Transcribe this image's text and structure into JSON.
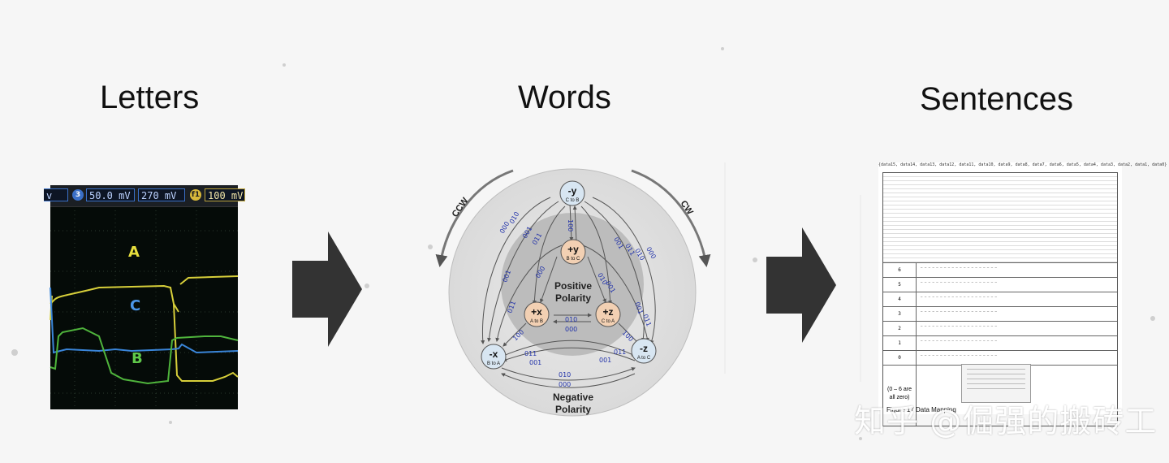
{
  "headings": {
    "letters": "Letters",
    "words": "Words",
    "sentences": "Sentences"
  },
  "scope": {
    "readout_1": "50.0 mV",
    "readout_2": "270 mV",
    "readout_3": "100 mV",
    "badge_1": "3",
    "badge_2": "f1",
    "trace_labels": {
      "a": "A",
      "b": "B",
      "c": "C"
    },
    "colors": {
      "a": "#d7cf3a",
      "b": "#4fb43c",
      "c": "#3a85d8"
    }
  },
  "diagram": {
    "ccw": "CCW",
    "cw": "CW",
    "positive_polarity": [
      "Positive",
      "Polarity"
    ],
    "negative_polarity": [
      "Negative",
      "Polarity"
    ],
    "nodes": {
      "neg_y": {
        "name": "-y",
        "sub": "C to B"
      },
      "pos_y": {
        "name": "+y",
        "sub": "B to C"
      },
      "pos_x": {
        "name": "+x",
        "sub": "A to B"
      },
      "pos_z": {
        "name": "+z",
        "sub": "C to A"
      },
      "neg_x": {
        "name": "-x",
        "sub": "B to A"
      },
      "neg_z": {
        "name": "-z",
        "sub": "A to C"
      }
    },
    "codes": [
      "000",
      "010",
      "001",
      "011",
      "100"
    ]
  },
  "document": {
    "header": "{data15, data14, data13, data12, data11, data10, data9, data8, data7, data6, data5, data4, data3, data2, data1, data0}",
    "rows": [
      "6",
      "5",
      "4",
      "3",
      "2",
      "1",
      "0"
    ],
    "last_label": [
      "(0 – 6 are",
      "all zero)"
    ],
    "caption": "Figure 17 Data Mapping"
  },
  "watermark": "知乎 @倔强的搬砖工"
}
